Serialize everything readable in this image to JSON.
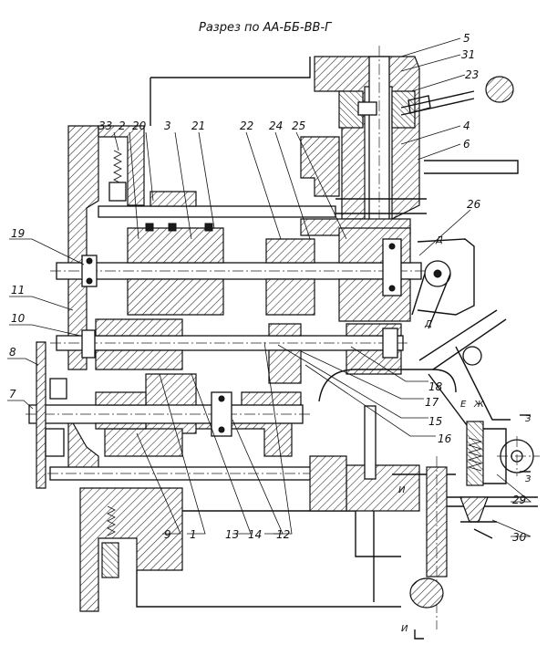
{
  "title": "Разрез по АА-ББ-ВВ-Г",
  "callouts": {
    "c5": "5",
    "c31": "31",
    "c23": "23",
    "c4": "4",
    "c6": "6",
    "c33": "33",
    "c2": "2",
    "c20": "20",
    "c3": "3",
    "c21": "21",
    "c22": "22",
    "c24": "24",
    "c25": "25",
    "c26": "26",
    "c19": "19",
    "c11": "11",
    "c10": "10",
    "c8": "8",
    "c7": "7",
    "c18": "18",
    "c17": "17",
    "c15": "15",
    "c16": "16",
    "c9": "9",
    "c1": "1",
    "c13": "13",
    "c14": "14",
    "c12": "12",
    "c29": "29",
    "c30": "30"
  },
  "section_marks": {
    "d": "Д",
    "d2": "Д",
    "e": "Е",
    "zh": "Ж",
    "z1": "З",
    "z2": "З",
    "i1": "И",
    "i2": "И"
  }
}
